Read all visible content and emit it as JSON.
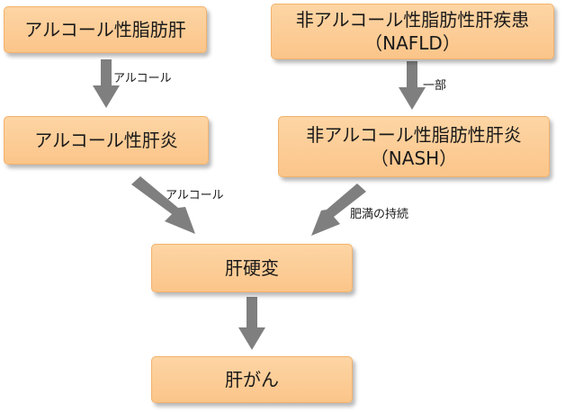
{
  "nodes": {
    "alcoholic_fatty_liver": {
      "label": "アルコール性脂肪肝"
    },
    "nafld": {
      "label": "非アルコール性脂肪性肝疾患",
      "sublabel": "（NAFLD）"
    },
    "alcoholic_hepatitis": {
      "label": "アルコール性肝炎"
    },
    "nash": {
      "label": "非アルコール性脂肪性肝炎",
      "sublabel": "（NASH）"
    },
    "cirrhosis": {
      "label": "肝硬変"
    },
    "liver_cancer": {
      "label": "肝がん"
    }
  },
  "edges": {
    "fatty_liver_to_hepatitis": "アルコール",
    "nafld_to_nash": "一部",
    "hepatitis_to_cirrhosis": "アルコール",
    "nash_to_cirrhosis": "肥満の持続"
  },
  "colors": {
    "node_fill_top": "#fdd5a4",
    "node_fill_bottom": "#fbc58a",
    "node_border": "#f2b26b",
    "arrow": "#7f7f7f"
  }
}
